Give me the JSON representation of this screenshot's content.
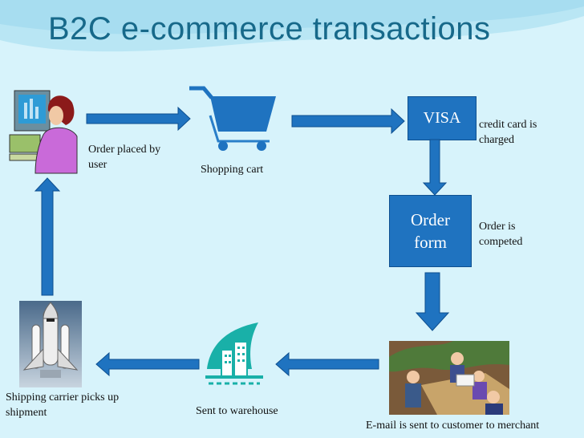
{
  "title": "B2C e-commerce transactions",
  "nodes": {
    "user": "Order placed by user",
    "cart": "Shopping cart",
    "visa": "VISA",
    "visa_note": "credit card is charged",
    "order": "Order form",
    "order_note": "Order is competed",
    "email": "E-mail is sent to customer to merchant",
    "warehouse": "Sent to warehouse",
    "shipping": "Shipping carrier picks up shipment"
  },
  "colors": {
    "arrow": "#1f73c0",
    "title": "#17698a",
    "background": "#d7f3fb"
  },
  "icons": [
    "computer-user-icon",
    "shopping-cart-icon",
    "warehouse-icon",
    "business-meeting-icon",
    "space-shuttle-icon"
  ]
}
